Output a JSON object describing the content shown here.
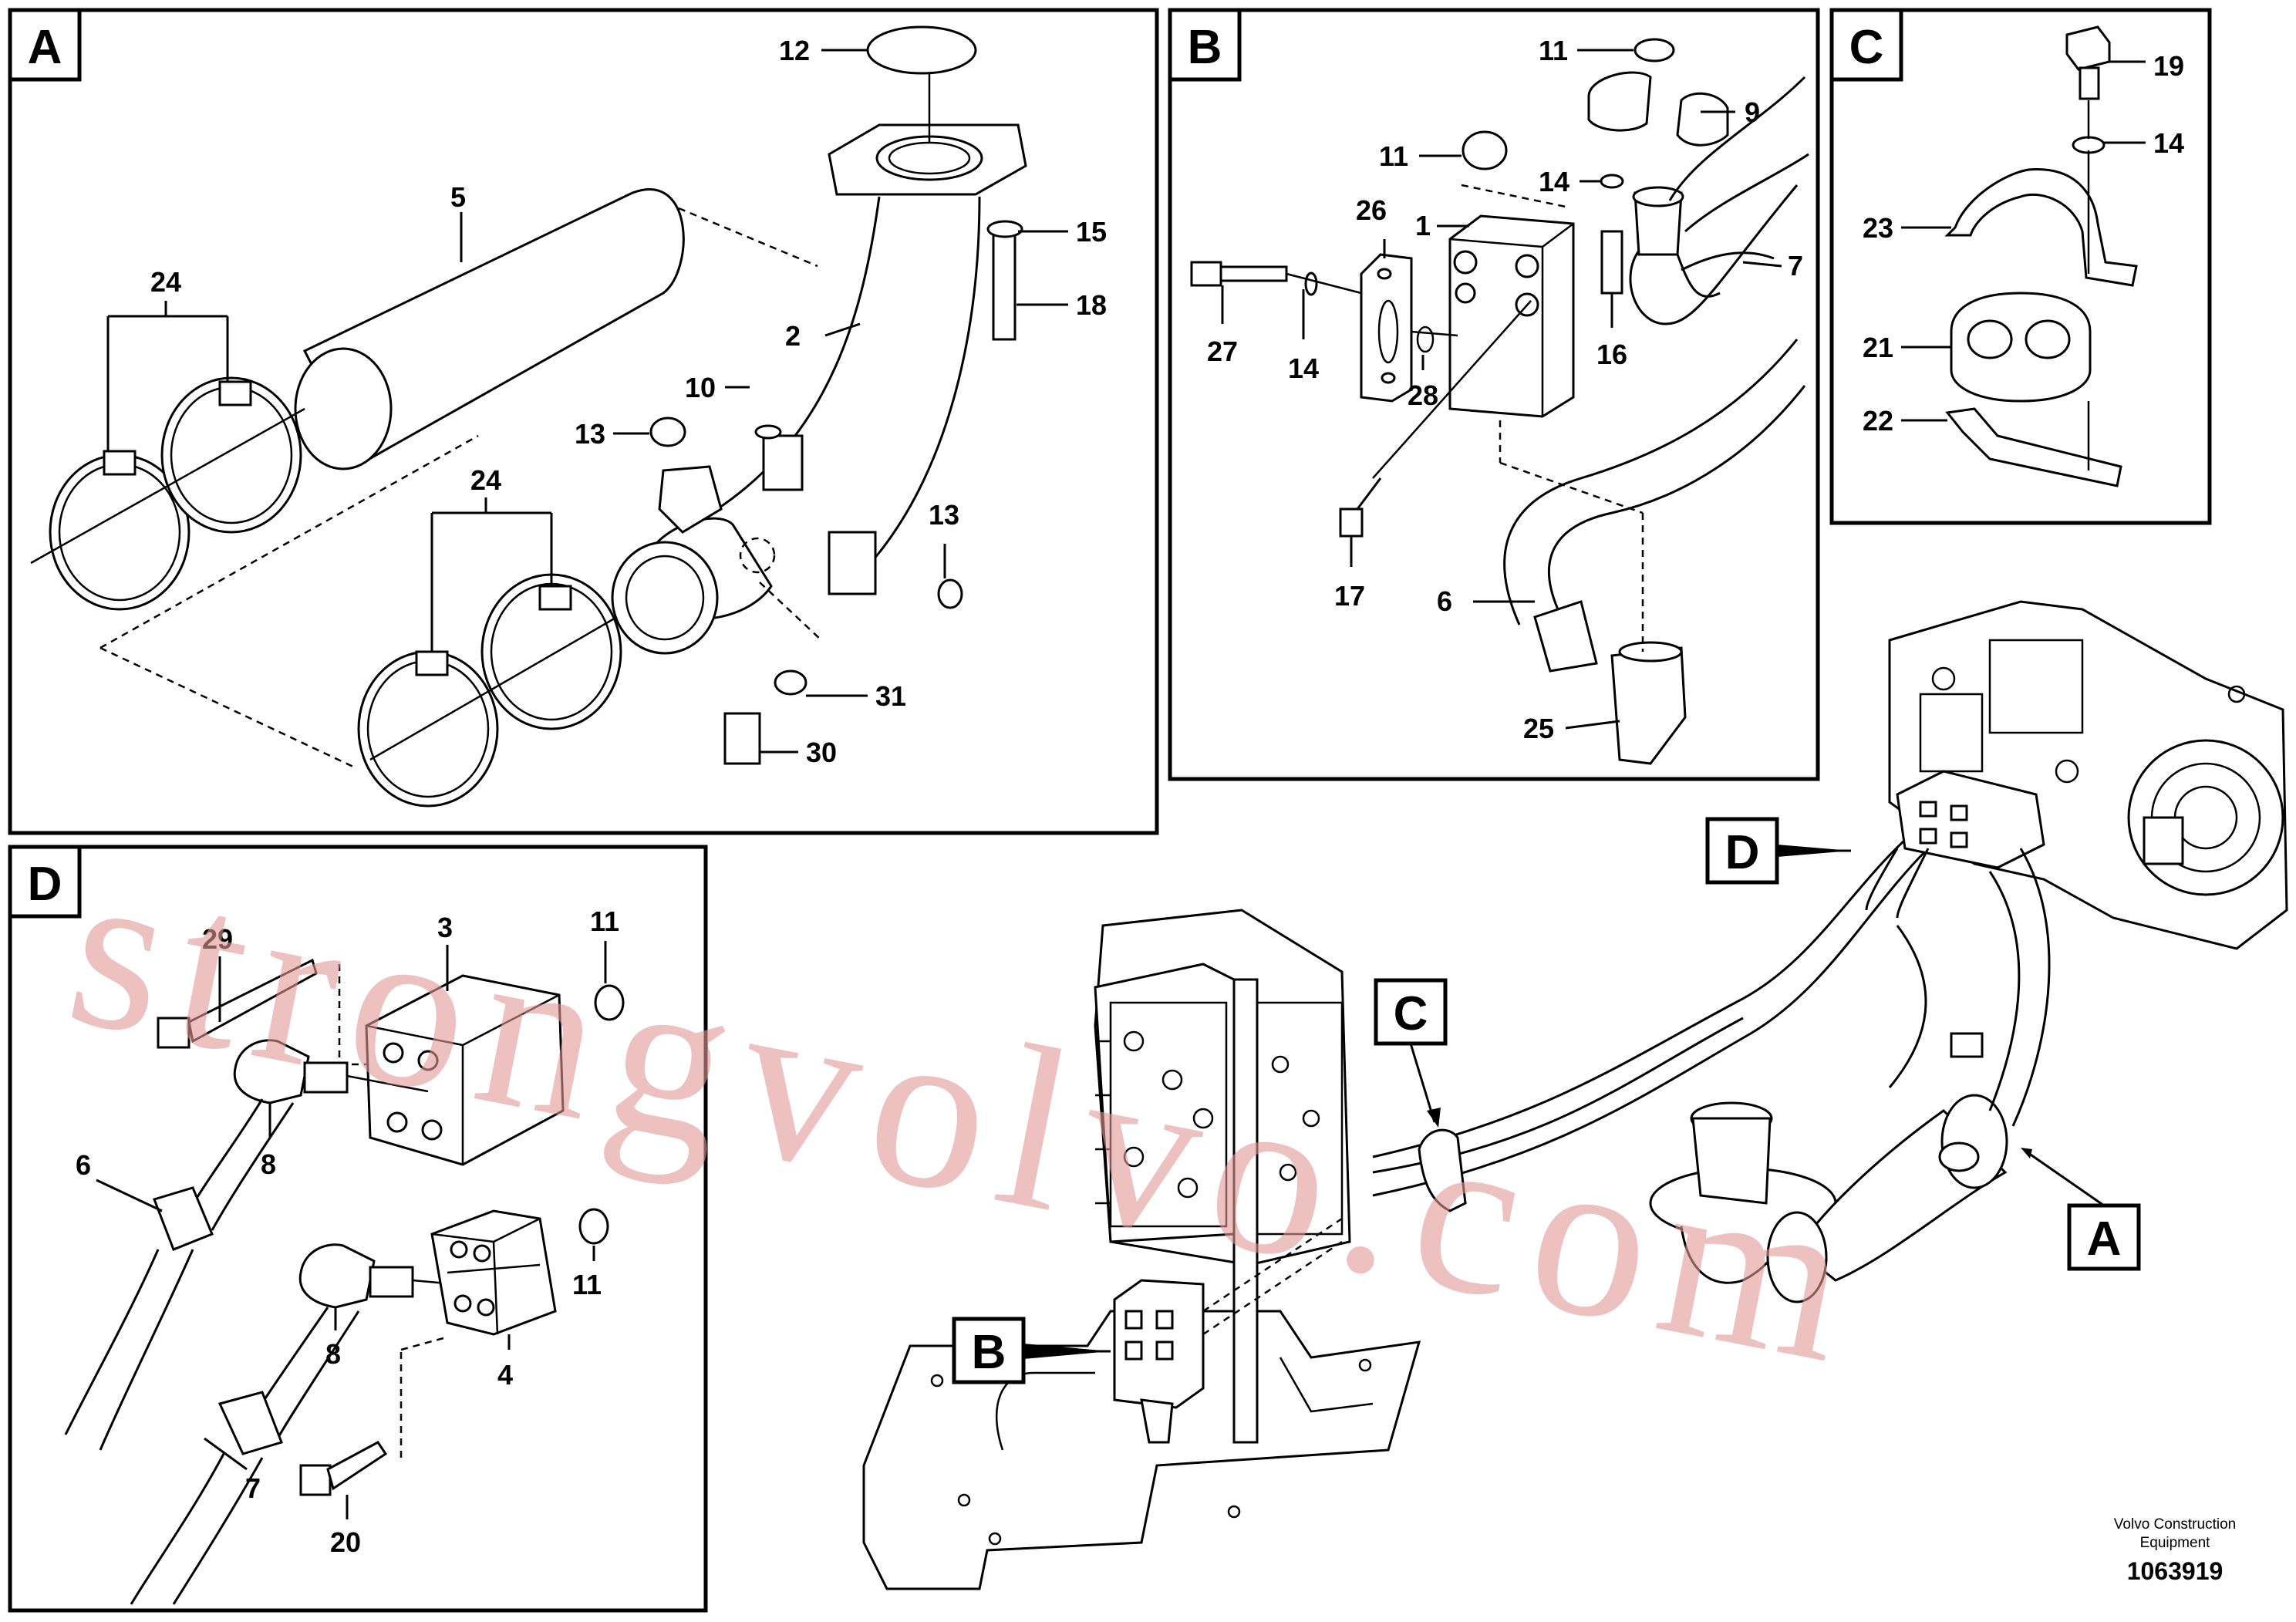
{
  "panels": {
    "A": {
      "letter": "A",
      "labels": [
        "12",
        "5",
        "24",
        "2",
        "15",
        "18",
        "10",
        "13",
        "24",
        "13",
        "31",
        "30"
      ]
    },
    "B": {
      "letter": "B",
      "labels": [
        "11",
        "9",
        "11",
        "14",
        "26",
        "1",
        "7",
        "27",
        "14",
        "28",
        "16",
        "17",
        "6",
        "25"
      ]
    },
    "C": {
      "letter": "C",
      "labels": [
        "19",
        "14",
        "23",
        "21",
        "22"
      ]
    },
    "D": {
      "letter": "D",
      "labels": [
        "29",
        "3",
        "11",
        "6",
        "8",
        "8",
        "11",
        "4",
        "7",
        "20"
      ]
    }
  },
  "callouts": [
    "D",
    "C",
    "B",
    "A"
  ],
  "watermark": "strongvolvo.com",
  "credit": {
    "line1": "Volvo Construction",
    "line2": "Equipment"
  },
  "ref_number": "1063919"
}
